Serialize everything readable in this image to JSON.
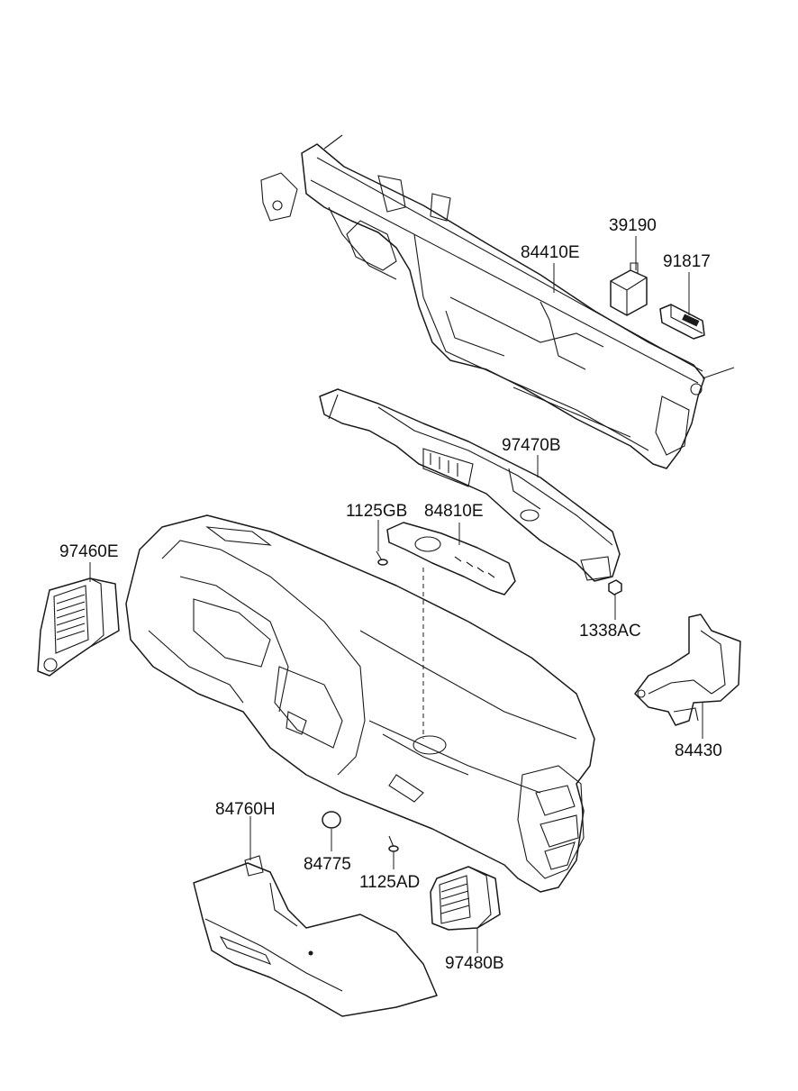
{
  "parts": {
    "p39190": "39190",
    "p84410E": "84410E",
    "p91817": "91817",
    "p97470B": "97470B",
    "p1125GB": "1125GB",
    "p84810E": "84810E",
    "p97460E": "97460E",
    "p1338AC": "1338AC",
    "p84430": "84430",
    "p84760H": "84760H",
    "p84775": "84775",
    "p1125AD": "1125AD",
    "p97480B": "97480B"
  }
}
